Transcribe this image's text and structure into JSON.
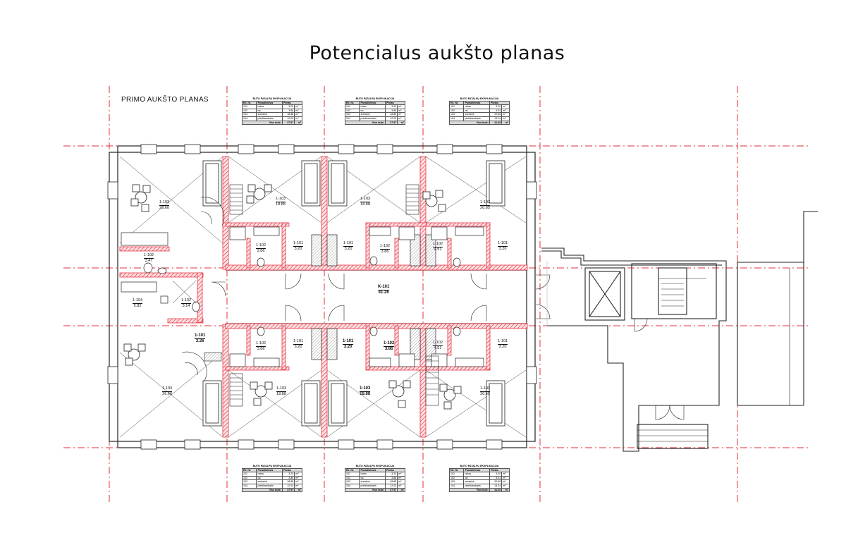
{
  "title": "Potencialus aukšto planas",
  "plan_label": "PRIMO AUKŠTO  PLANAS",
  "tables": [
    {
      "caption": "BUTO PATALPŲ EKSPLIKACIJA",
      "headers": [
        "Eil. Nr.",
        "Pavadinimas",
        "Plotas"
      ],
      "rows": [
        [
          "101",
          "holas",
          "3.20",
          "m²"
        ],
        [
          "102",
          "wc",
          "3.86",
          "m²"
        ],
        [
          "103",
          "svetainė",
          "18.88",
          "m²"
        ],
        [
          "104",
          "prieškambaris",
          "12.03",
          "m²"
        ]
      ],
      "total": [
        "Viso bute:",
        "37.97",
        "m²"
      ]
    },
    {
      "caption": "BUTO PATALPŲ EKSPLIKACIJA",
      "headers": [
        "Eil. Nr.",
        "Pavadinimas",
        "Plotas"
      ],
      "rows": [
        [
          "101",
          "holas",
          "3.20",
          "m²"
        ],
        [
          "102",
          "wc",
          "3.86",
          "m²"
        ],
        [
          "103",
          "svetainė",
          "18.88",
          "m²"
        ],
        [
          "104",
          "prieškambaris",
          "12.03",
          "m²"
        ]
      ],
      "total": [
        "Viso bute:",
        "37.97",
        "m²"
      ]
    },
    {
      "caption": "BUTO PATALPŲ EKSPLIKACIJA",
      "headers": [
        "Eil. Nr.",
        "Pavadinimas",
        "Plotas"
      ],
      "rows": [
        [
          "101",
          "holas",
          "3.20",
          "m²"
        ],
        [
          "102",
          "wc",
          "4.51",
          "m²"
        ],
        [
          "103",
          "svetainė",
          "20.65",
          "m²"
        ],
        [
          "104",
          "prieškambaris",
          "13.24",
          "m²"
        ]
      ],
      "total": [
        "Viso bute:",
        "41.60",
        "m²"
      ]
    },
    {
      "caption": "BUTO PATALPŲ EKSPLIKACIJA",
      "headers": [
        "Eil. Nr.",
        "Pavadinimas",
        "Plotas"
      ],
      "rows": [
        [
          "101",
          "holas",
          "3.20",
          "m²"
        ],
        [
          "102",
          "wc",
          "3.86",
          "m²"
        ],
        [
          "103",
          "svetainė",
          "18.88",
          "m²"
        ],
        [
          "104",
          "prieškambaris",
          "12.03",
          "m²"
        ]
      ],
      "total": [
        "Viso bute:",
        "37.97",
        "m²"
      ]
    },
    {
      "caption": "BUTO PATALPŲ EKSPLIKACIJA",
      "headers": [
        "Eil. Nr.",
        "Pavadinimas",
        "Plotas"
      ],
      "rows": [
        [
          "101",
          "holas",
          "3.20",
          "m²"
        ],
        [
          "102",
          "wc",
          "3.86",
          "m²"
        ],
        [
          "103",
          "svetainė",
          "18.88",
          "m²"
        ],
        [
          "104",
          "prieškambaris",
          "12.03",
          "m²"
        ]
      ],
      "total": [
        "Viso bute:",
        "37.97",
        "m²"
      ]
    },
    {
      "caption": "BUTO PATALPŲ EKSPLIKACIJA",
      "headers": [
        "Eil. Nr.",
        "Pavadinimas",
        "Plotas"
      ],
      "rows": [
        [
          "101",
          "holas",
          "3.20",
          "m²"
        ],
        [
          "102",
          "wc",
          "4.51",
          "m²"
        ],
        [
          "103",
          "svetainė",
          "20.65",
          "m²"
        ],
        [
          "104",
          "prieškambaris",
          "13.24",
          "m²"
        ]
      ],
      "total": [
        "Viso bute:",
        "41.60",
        "m²"
      ]
    }
  ],
  "rooms": {
    "top_left_living": {
      "id": "1-103",
      "area": "26.60"
    },
    "top_left_hall": {
      "id": "1-102",
      "area": "3.47"
    },
    "left_104": {
      "id": "1-104",
      "area": "5.82"
    },
    "left_102": {
      "id": "1-102",
      "area": "3.14"
    },
    "bottom_left_101": {
      "id": "1-101",
      "area": "3.26"
    },
    "bottom_left_living": {
      "id": "1-103",
      "area": "26.60"
    },
    "top_a_living": {
      "id": "1-103",
      "area": "18.88"
    },
    "top_a_102": {
      "id": "1-102",
      "area": "3.86"
    },
    "top_a_101": {
      "id": "1-101",
      "area": "3.20"
    },
    "top_b_living": {
      "id": "1-103",
      "area": "18.88"
    },
    "top_b_101": {
      "id": "1-101",
      "area": "3.20"
    },
    "top_b_102": {
      "id": "1-102",
      "area": "3.86"
    },
    "top_c_living": {
      "id": "1-103",
      "area": "20.65"
    },
    "top_c_102": {
      "id": "1-102",
      "area": "4.51"
    },
    "top_c_101": {
      "id": "1-101",
      "area": "3.20"
    },
    "corridor": {
      "id": "K-101",
      "area": "41.26"
    },
    "bot_a_102": {
      "id": "1-102",
      "area": "3.86"
    },
    "bot_a_101": {
      "id": "1-101",
      "area": "3.20"
    },
    "bot_a_living": {
      "id": "1-103",
      "area": "18.88"
    },
    "bot_b_101": {
      "id": "1-101",
      "area": "3.20"
    },
    "bot_b_102": {
      "id": "1-102",
      "area": "3.86"
    },
    "bot_b_living": {
      "id": "1-103",
      "area": "18.88"
    },
    "bot_c_102": {
      "id": "1-102",
      "area": "4.51"
    },
    "bot_c_101": {
      "id": "1-101",
      "area": "3.20"
    },
    "bot_c_living": {
      "id": "1-103",
      "area": "20.65"
    }
  },
  "colors": {
    "axis": "#e0303a",
    "wall": "#e63946",
    "hatch": "#f4a3a8",
    "line": "#222222"
  }
}
